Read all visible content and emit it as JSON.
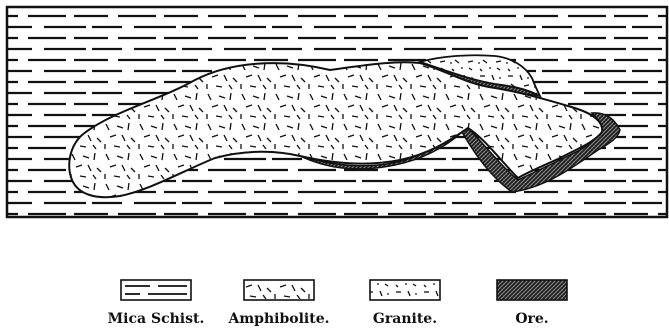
{
  "legend": {
    "items": [
      {
        "key": "mica_schist",
        "label": "Mica Schist."
      },
      {
        "key": "amphibolite",
        "label": "Amphibolite."
      },
      {
        "key": "granite",
        "label": "Granite."
      },
      {
        "key": "ore",
        "label": "Ore."
      }
    ]
  },
  "colors": {
    "ink": "#111111",
    "paper": "#ffffff"
  }
}
